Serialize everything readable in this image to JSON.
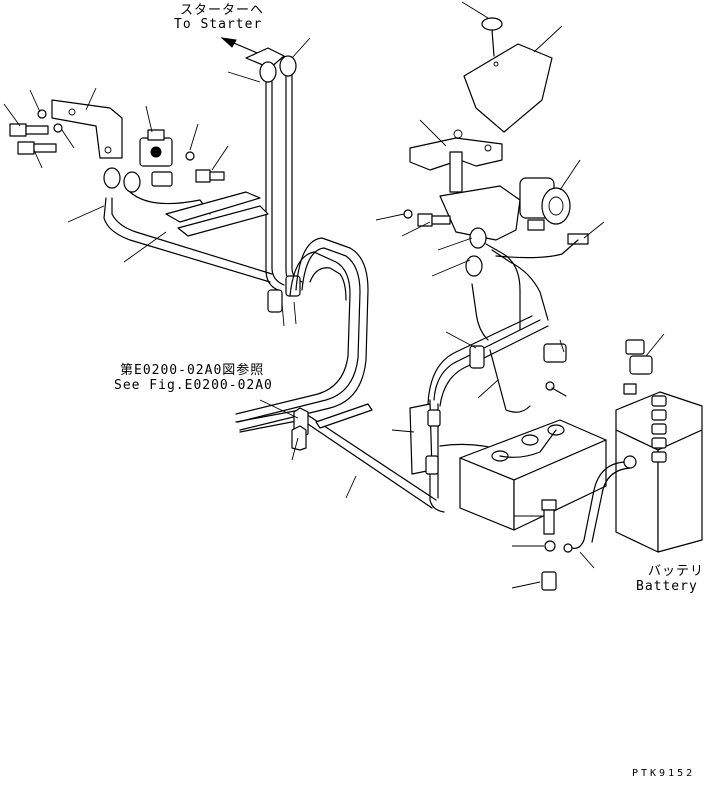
{
  "labels": {
    "starter_jp": "スターターヘ",
    "starter_en": "To Starter",
    "ref_jp": "第E0200-02A0図参照",
    "ref_en": "See Fig.E0200-02A0",
    "battery_jp": "バッテリ",
    "battery_en": "Battery",
    "drawing_code": "PTK9152"
  }
}
